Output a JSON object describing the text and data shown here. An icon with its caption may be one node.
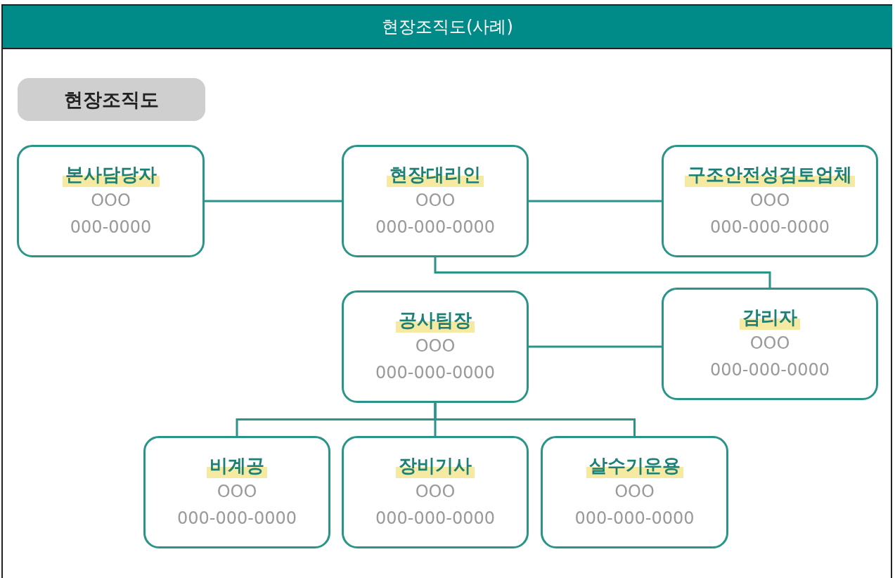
{
  "diagram": {
    "title": "현장조직도(사례)",
    "nodes": [
      {
        "text": [
          "현장조직도"
        ]
      },
      {
        "text": [
          "본사담당자",
          "OOO",
          "000-0000"
        ]
      },
      {
        "text": [
          "현장대리인",
          "OOO",
          "000-000-0000"
        ]
      },
      {
        "text": [
          "구조안전성검토업체",
          "OOO",
          "000-000-0000"
        ]
      },
      {
        "text": [
          "공사팀장",
          "OOO",
          "000-000-0000"
        ]
      },
      {
        "text": [
          "감리자",
          "OOO",
          "000-000-0000"
        ]
      },
      {
        "text": [
          "비계공",
          "OOO",
          "000-000-0000"
        ]
      },
      {
        "text": [
          "장비기사",
          "OOO",
          "000-000-0000"
        ]
      },
      {
        "text": [
          "살수기운용",
          "OOO",
          "000-000-0000"
        ]
      }
    ],
    "edges": [
      {
        "from": 1,
        "to": 2,
        "arrow": "none"
      },
      {
        "from": 2,
        "to": 3,
        "arrow": "none"
      },
      {
        "from": 2,
        "to": 5,
        "arrow": "none"
      },
      {
        "from": 4,
        "to": 5,
        "arrow": "none"
      },
      {
        "from": 4,
        "to": 6,
        "arrow": "none"
      },
      {
        "from": 4,
        "to": 7,
        "arrow": "none"
      },
      {
        "from": 4,
        "to": 8,
        "arrow": "none"
      }
    ]
  }
}
